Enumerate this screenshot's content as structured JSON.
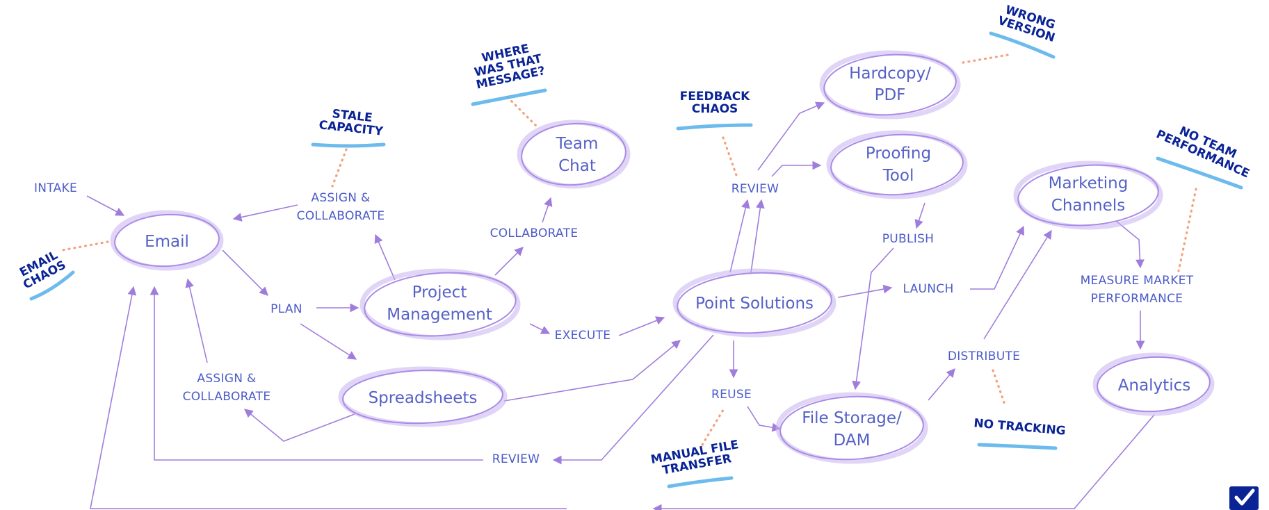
{
  "nodes": {
    "email": "Email",
    "project_management": [
      "Project",
      "Management"
    ],
    "team_chat": [
      "Team",
      "Chat"
    ],
    "spreadsheets": "Spreadsheets",
    "point_solutions": "Point Solutions",
    "hardcopy_pdf": [
      "Hardcopy/",
      "PDF"
    ],
    "proofing_tool": [
      "Proofing",
      "Tool"
    ],
    "file_storage": [
      "File Storage/",
      "DAM"
    ],
    "marketing_channels": [
      "Marketing",
      "Channels"
    ],
    "analytics": "Analytics"
  },
  "actions": {
    "intake": "INTAKE",
    "assign_collaborate_top": [
      "ASSIGN &",
      "COLLABORATE"
    ],
    "assign_collaborate_bottom": [
      "ASSIGN &",
      "COLLABORATE"
    ],
    "plan": "PLAN",
    "collaborate": "COLLABORATE",
    "execute": "EXECUTE",
    "review_top": "REVIEW",
    "review_bottom": "REVIEW",
    "publish": "PUBLISH",
    "launch": "LAUNCH",
    "reuse": "REUSE",
    "distribute": "DISTRIBUTE",
    "measure": [
      "MEASURE MARKET",
      "PERFORMANCE"
    ]
  },
  "problems": {
    "email_chaos": [
      "EMAIL",
      "CHAOS"
    ],
    "stale_capacity": [
      "STALE",
      "CAPACITY"
    ],
    "where_message": [
      "WHERE",
      "WAS THAT",
      "MESSAGE?"
    ],
    "feedback_chaos": [
      "FEEDBACK",
      "CHAOS"
    ],
    "wrong_version": [
      "WRONG",
      "VERSION"
    ],
    "no_team_performance": [
      "NO TEAM",
      "PERFORMANCE"
    ],
    "no_tracking": "NO TRACKING",
    "manual_file_transfer": [
      "MANUAL FILE",
      "TRANSFER"
    ]
  },
  "colors": {
    "node_text": "#5561c7",
    "action_text": "#4b5bc9",
    "problem_text": "#0a2496",
    "arrow": "#a07ddc",
    "dots": "#f4a07a",
    "underline": "#5db4ea",
    "logo": "#0a2496"
  },
  "logo": {
    "icon": "checkmark-logo-icon"
  }
}
